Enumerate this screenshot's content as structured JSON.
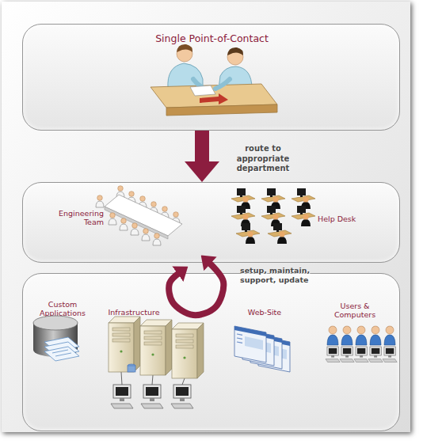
{
  "diagram": {
    "nodes": [
      {
        "text": [
          "Single Point-of-Contact"
        ]
      },
      {
        "text": [
          "Engineering Team",
          "Help Desk"
        ]
      },
      {
        "text": [
          "Custom Applications",
          "Infrastructure",
          "Web-Site",
          "Users & Computers"
        ]
      }
    ],
    "edges": [
      {
        "from": 0,
        "to": 1,
        "arrow": "to",
        "label": "route to appropriate department"
      },
      {
        "from": 1,
        "to": 2,
        "arrow": "both",
        "label": "setup, maintain, support, update"
      }
    ]
  }
}
